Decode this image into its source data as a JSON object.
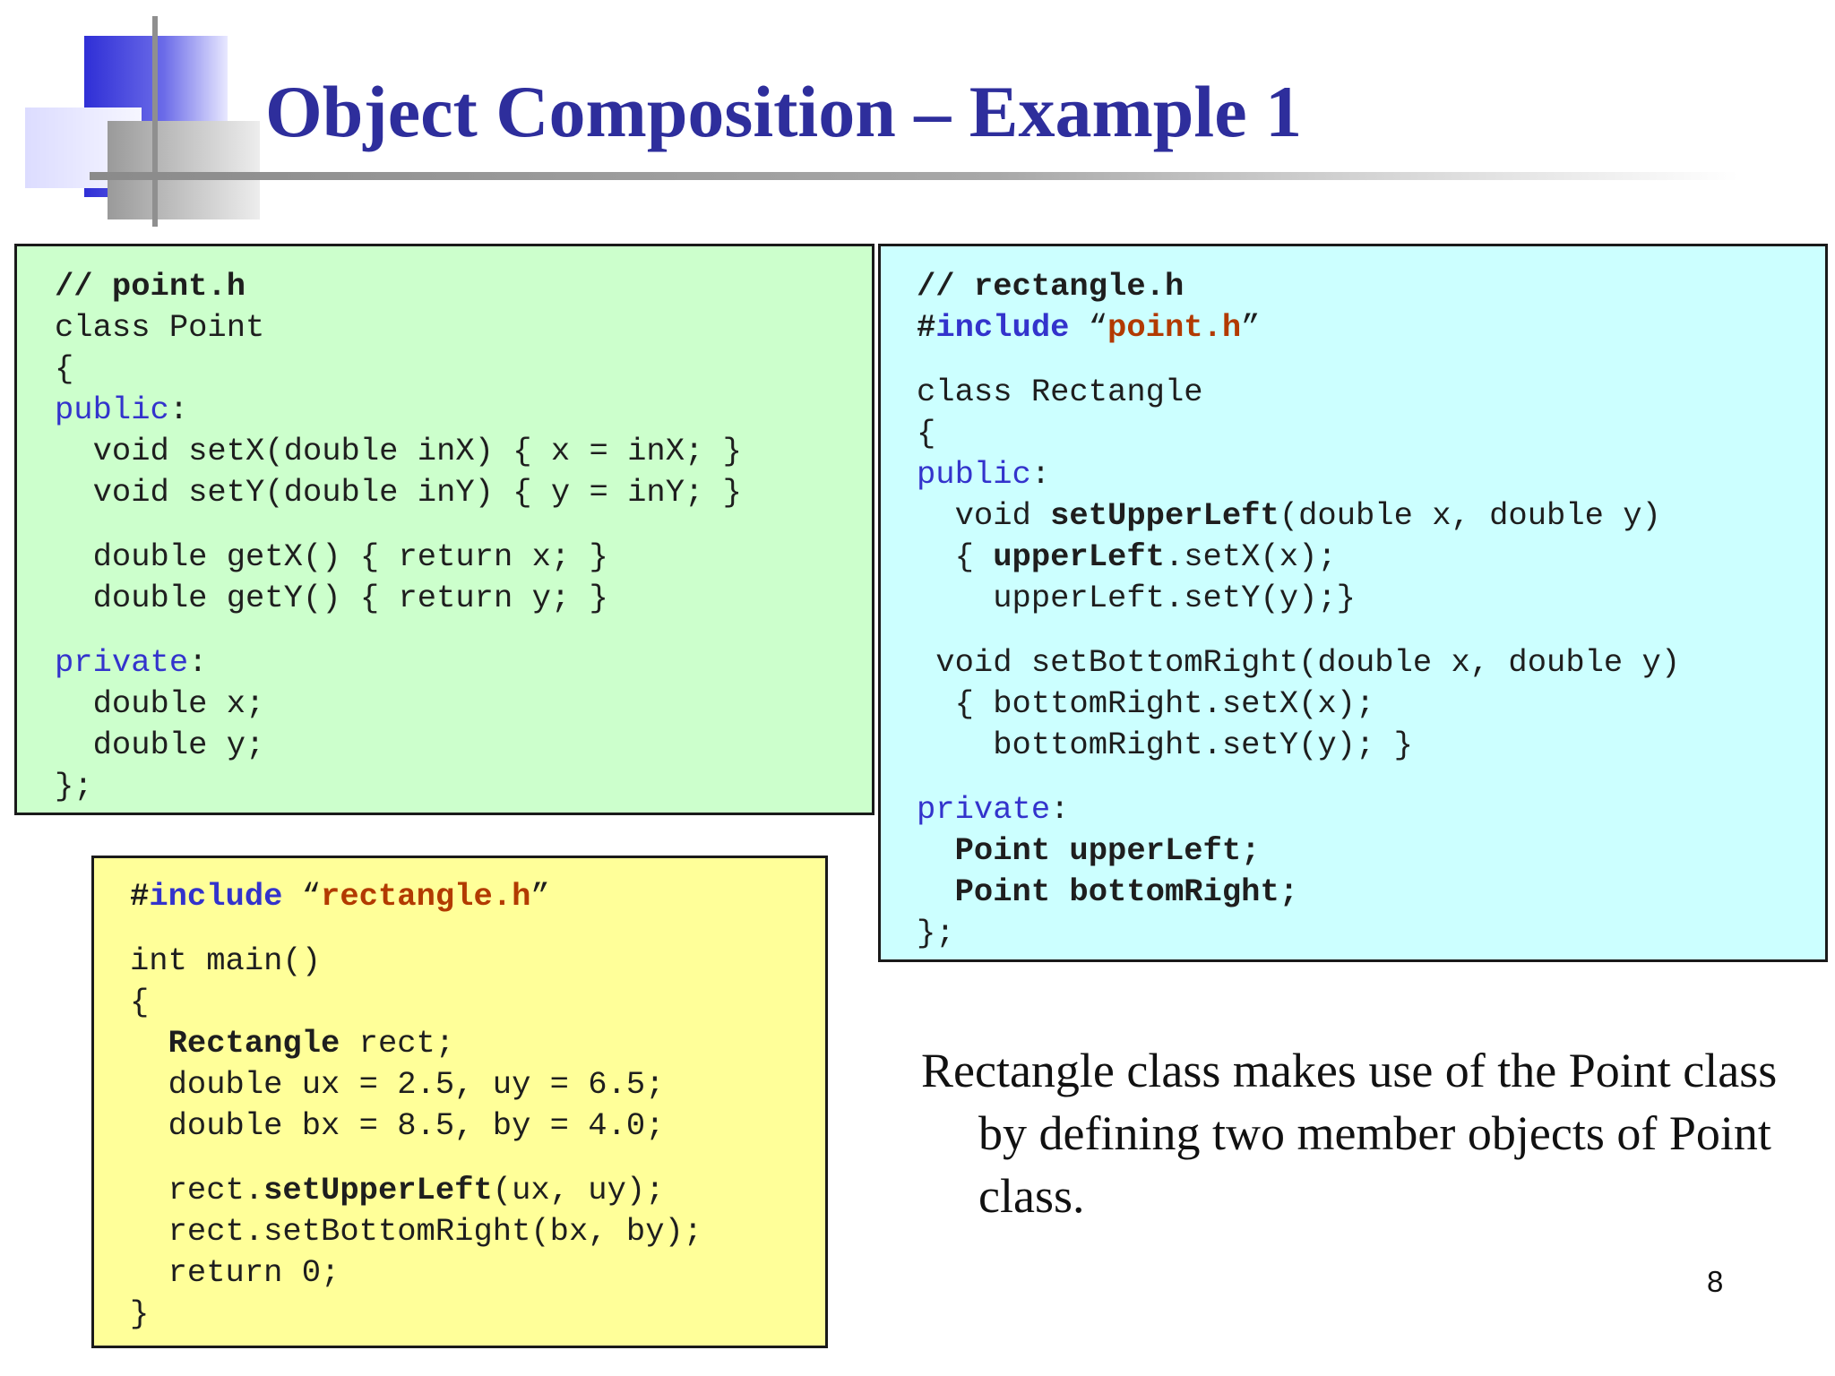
{
  "slide": {
    "title": "Object Composition – Example 1",
    "page_number": "8",
    "description": "Rectangle class makes use of the Point class by defining two member objects of Point class."
  },
  "point_h": {
    "comment": "// point.h",
    "class_decl": "class Point",
    "open_brace": "{",
    "public_kw": "public",
    "colon": ":",
    "setx": "  void setX(double inX) { x = inX; }",
    "sety": "  void setY(double inY) { y = inY; }",
    "getx": "  double getX() { return x; }",
    "gety": "  double getY() { return y; }",
    "private_kw": "private",
    "member_x": "  double x;",
    "member_y": "  double y;",
    "close": "};"
  },
  "rectangle_h": {
    "comment": "// rectangle.h",
    "include_hash": "#",
    "include_kw": "include",
    "include_open": " “",
    "include_file": "point.h",
    "include_close": "”",
    "class_decl": "class Rectangle",
    "open_brace": "{",
    "public_kw": "public",
    "colon": ":",
    "setul_prefix": "  void ",
    "setul_name": "setUpperLeft",
    "setul_params": "(double x, double y)",
    "setul_body1_prefix": "  { ",
    "setul_body1_obj": "upperLeft",
    "setul_body1_rest": ".setX(x);",
    "setul_body2": "    upperLeft.setY(y);}",
    "setbr_decl": " void setBottomRight(double x, double y)",
    "setbr_body1": "  { bottomRight.setX(x);",
    "setbr_body2": "    bottomRight.setY(y); }",
    "private_kw": "private",
    "member_ul": "  Point upperLeft;",
    "member_br": "  Point bottomRight;",
    "close": "};"
  },
  "main_cpp": {
    "include_hash": "#",
    "include_kw": "include",
    "include_open": " “",
    "include_file": "rectangle.h",
    "include_close": "”",
    "main_decl": "int main()",
    "open_brace": "{",
    "rect_indent": "  ",
    "rect_type": "Rectangle",
    "rect_var": " rect;",
    "ux_line": "  double ux = 2.5, uy = 6.5;",
    "bx_line": "  double bx = 8.5, by = 4.0;",
    "call1_prefix": "  rect.",
    "call1_name": "setUpperLeft",
    "call1_args": "(ux, uy);",
    "call2": "  rect.setBottomRight(bx, by);",
    "return_line": "  return 0;",
    "close_brace": "}"
  },
  "colors": {
    "title": "#2e2e9c",
    "keyword": "#3333cc",
    "string": "#b23a00",
    "point_box": "#ccffcc",
    "rect_box": "#ccffff",
    "main_box": "#ffff99"
  }
}
